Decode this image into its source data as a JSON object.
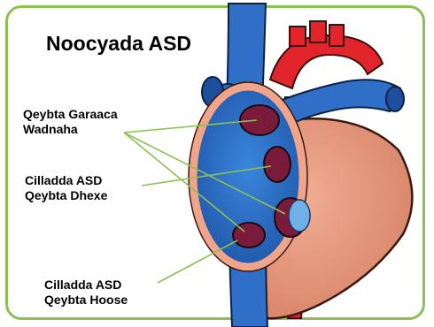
{
  "title": "Noocyada ASD",
  "labels": {
    "upper": {
      "line1": "Qeybta Garaaca",
      "line2": "Wadnaha"
    },
    "middle": {
      "line1": "Cilladda ASD",
      "line2": "Qeybta Dhexe"
    },
    "lower": {
      "line1": "Cilladda ASD",
      "line2": "Qeybta Hoose"
    }
  },
  "colors": {
    "frame_border": "#8cc152",
    "vein_blue": "#2f6fc7",
    "artery_red": "#e2252b",
    "heart_muscle": "#e99a80",
    "septum_ring": "#f0a58a",
    "defect_hole": "#7a1b3c",
    "leader_line": "#8cc152"
  }
}
